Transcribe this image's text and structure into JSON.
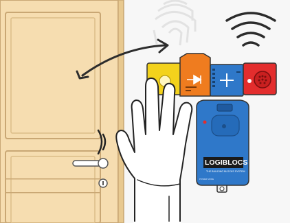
{
  "brand": {
    "name": "LOGIBLOCS",
    "tagline": "THE BUILDING BLOCKS SYSTEM"
  },
  "modules": {
    "yellow": {
      "color": "#f3d21c"
    },
    "orange": {
      "color": "#ef7c1f",
      "text_line1": "",
      "text_line2": ""
    },
    "blue_switch": {
      "color": "#2f78c9"
    },
    "red_sensor": {
      "color": "#e32d2d"
    },
    "battery": {
      "color": "#2f78c9",
      "label_small": "POWER MODE"
    }
  },
  "colors": {
    "door_fill": "#f6ddb0",
    "door_stroke": "#c9a774",
    "wall": "#f3f3f3",
    "arrow": "#2d2d2d"
  },
  "icons": [
    "fingerprint-icon",
    "wireless-signal-icon",
    "knock-sound-icon",
    "curved-double-arrow-icon",
    "hand-illustration"
  ]
}
